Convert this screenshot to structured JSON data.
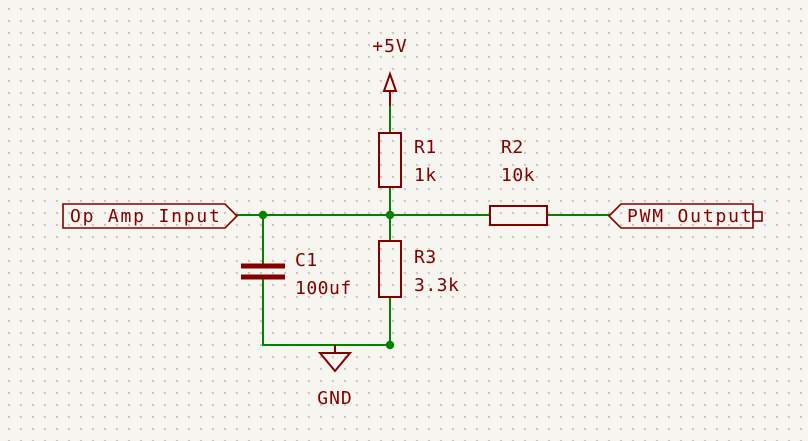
{
  "colors": {
    "background": "#F6F5EF",
    "grid_dot": "#C6C6BE",
    "wire": "#008400",
    "junction": "#008400",
    "symbol": "#840000",
    "text": "#840000"
  },
  "power": {
    "vcc_label": "+5V",
    "gnd_label": "GND"
  },
  "components": {
    "r1": {
      "ref": "R1",
      "value": "1k",
      "type": "resistor"
    },
    "r2": {
      "ref": "R2",
      "value": "10k",
      "type": "resistor"
    },
    "r3": {
      "ref": "R3",
      "value": "3.3k",
      "type": "resistor"
    },
    "c1": {
      "ref": "C1",
      "value": "100uf",
      "type": "capacitor"
    }
  },
  "net_labels": {
    "input": "Op Amp Input",
    "output": "PWM Output"
  }
}
